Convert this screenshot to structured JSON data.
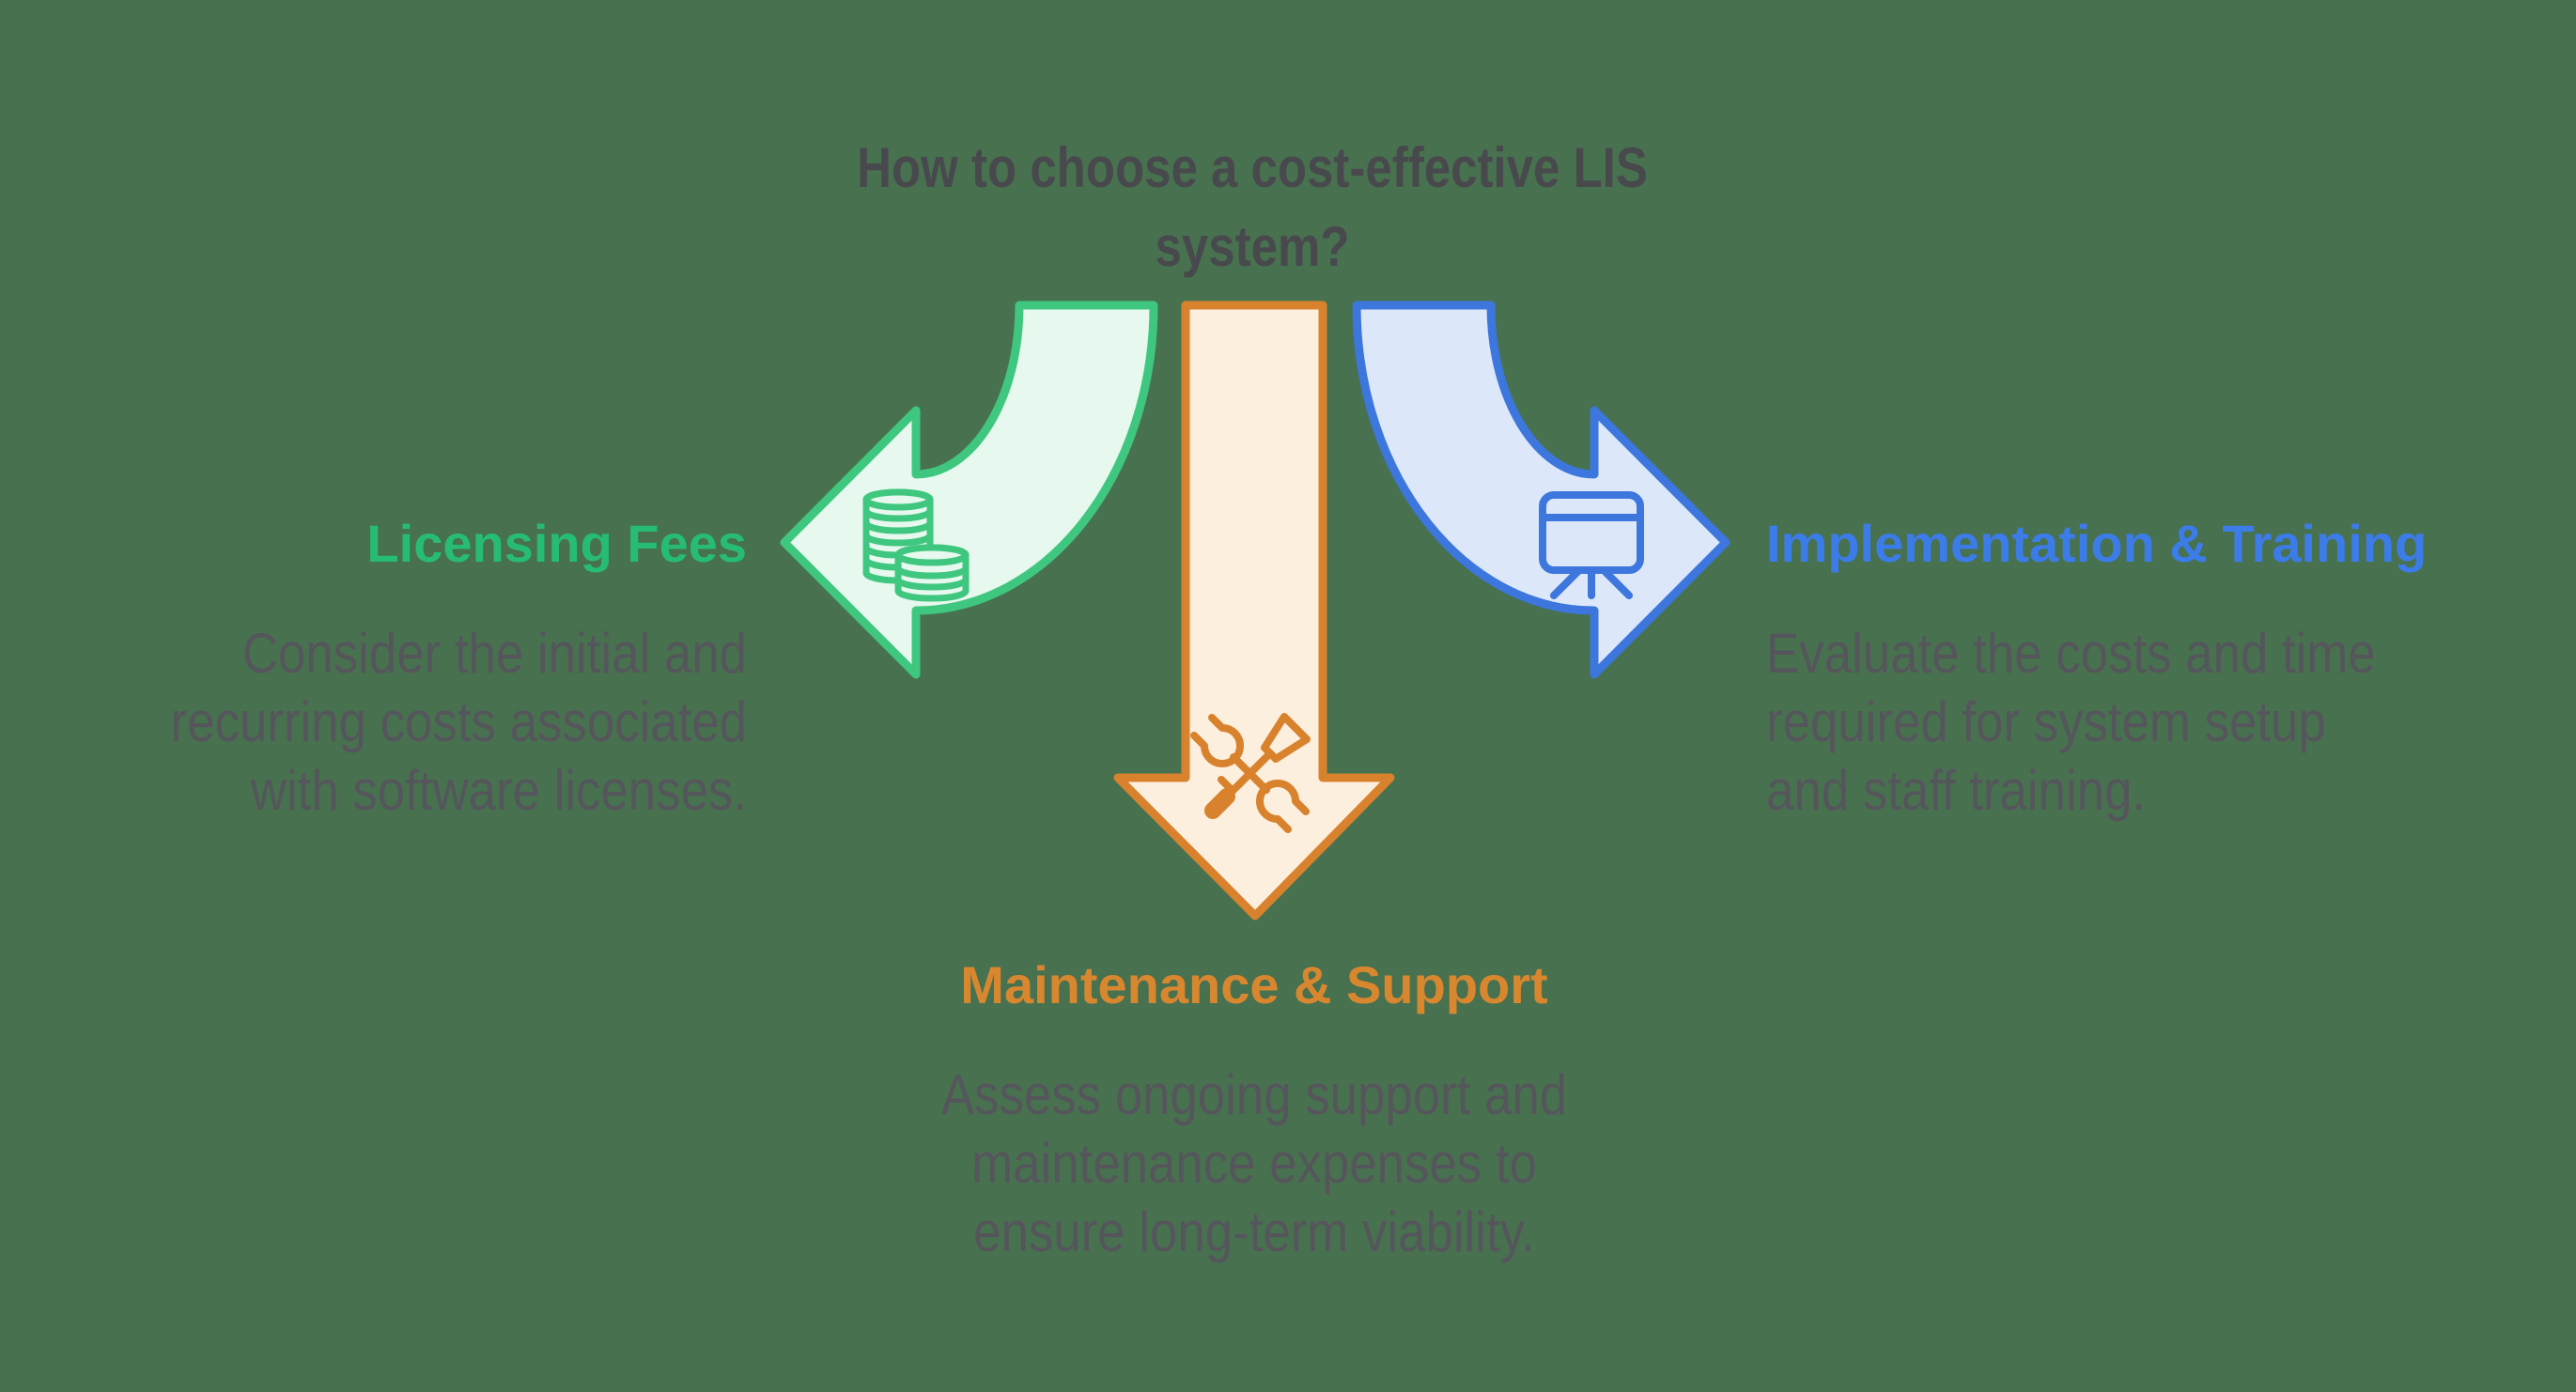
{
  "title": {
    "lines": [
      "How to choose a cost-effective LIS",
      "system?"
    ]
  },
  "sections": {
    "licensing": {
      "heading": "Licensing Fees",
      "body_lines": [
        "Consider the initial and",
        "recurring costs associated",
        "with software licenses."
      ],
      "icon": "coins-icon"
    },
    "maintenance": {
      "heading": "Maintenance & Support",
      "body_lines": [
        "Assess ongoing support and",
        "maintenance expenses to",
        "ensure long-term viability."
      ],
      "icon": "wrench-screwdriver-icon"
    },
    "implementation": {
      "heading": "Implementation & Training",
      "body_lines": [
        "Evaluate the costs and time",
        "required for system setup",
        "and staff training."
      ],
      "icon": "presentation-board-icon"
    }
  },
  "colors": {
    "background": "#48714F",
    "title_text": "#48494D",
    "body_text": "#55565B",
    "licensing_heading": "#27BC74",
    "licensing_stroke": "#3FC77F",
    "licensing_fill": "#E7F8EE",
    "maintenance_heading": "#D9872F",
    "maintenance_stroke": "#D9822E",
    "maintenance_fill": "#FDEFDE",
    "implementation_heading": "#3B7CE9",
    "implementation_stroke": "#3D76DD",
    "implementation_fill": "#DCE8FA"
  }
}
